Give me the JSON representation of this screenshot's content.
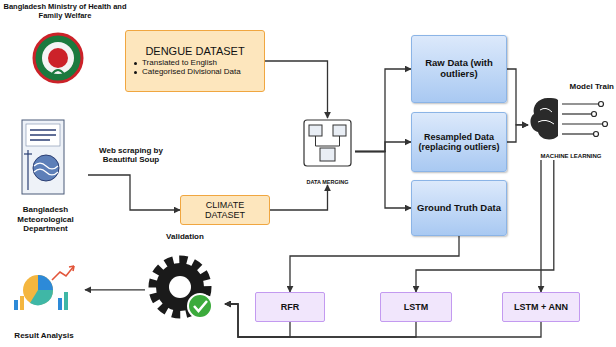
{
  "diagram": {
    "nodes": [
      {
        "text": [
          "Bangladesh Ministry of Health and Family Welfare"
        ]
      },
      {
        "text": [
          "DENGUE DATASET",
          "Translated to English",
          "Categorised Divisional Data"
        ]
      },
      {
        "text": [
          "Bangladesh Meteorological Department"
        ]
      },
      {
        "text": [
          "CLIMATE DATASET"
        ]
      },
      {
        "text": [
          "DATA MERGING"
        ]
      },
      {
        "text": [
          "Raw Data (with outliers)"
        ]
      },
      {
        "text": [
          "Resampled Data (replacing outliers)"
        ]
      },
      {
        "text": [
          "Ground Truth Data"
        ]
      },
      {
        "text": [
          "Model Train",
          "MACHINE LEARNING"
        ]
      },
      {
        "text": [
          "Validation"
        ]
      },
      {
        "text": [
          "Result Analysis"
        ]
      },
      {
        "text": [
          "RFR"
        ]
      },
      {
        "text": [
          "LSTM"
        ]
      },
      {
        "text": [
          "LSTM + ANN"
        ]
      }
    ],
    "edges": [
      {
        "from": 1,
        "to": 4,
        "arrow": "to"
      },
      {
        "from": 2,
        "to": 3,
        "label": "Web scraping by Beautiful Soup",
        "arrow": "to"
      },
      {
        "from": 3,
        "to": 4,
        "arrow": "to"
      },
      {
        "from": 4,
        "to": 5,
        "arrow": "to"
      },
      {
        "from": 4,
        "to": 6,
        "arrow": "to"
      },
      {
        "from": 4,
        "to": 7,
        "arrow": "to"
      },
      {
        "from": 5,
        "to": 8,
        "arrow": "to"
      },
      {
        "from": 6,
        "to": 8,
        "arrow": "to"
      },
      {
        "from": 7,
        "to": 11,
        "arrow": "to"
      },
      {
        "from": 8,
        "to": 12,
        "arrow": "to"
      },
      {
        "from": 8,
        "to": 13,
        "arrow": "to"
      },
      {
        "from": 11,
        "to": 9,
        "arrow": "to"
      },
      {
        "from": 12,
        "to": 9,
        "arrow": "to"
      },
      {
        "from": 13,
        "to": 9,
        "arrow": "to"
      },
      {
        "from": 9,
        "to": 10,
        "arrow": "to"
      }
    ]
  }
}
